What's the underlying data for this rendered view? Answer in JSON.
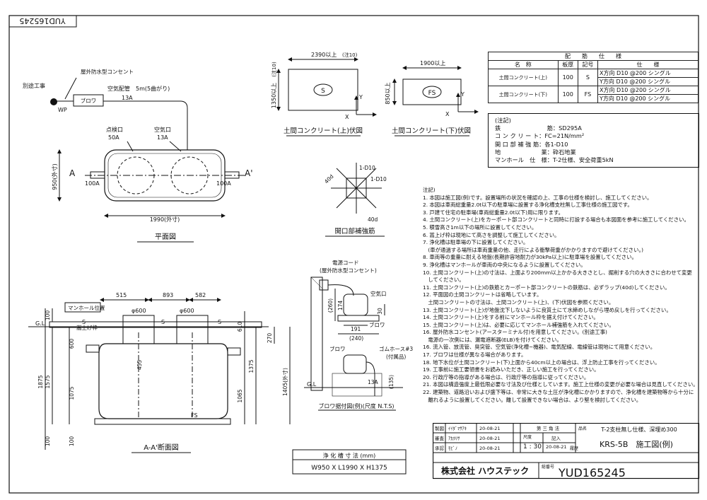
{
  "drawing_code_tab": "YUD165245",
  "plan": {
    "separate_work": "別途工事",
    "outdoor_outlet": "屋外防水型コンセント",
    "wp": "WP",
    "blower": "ブロワ",
    "air_pipe": "空気配管　5m(5曲がり)",
    "pipe_13a": "13A",
    "inspection_port": "点検口",
    "inspection_size": "50A",
    "air_port": "空気口",
    "air_size": "13A",
    "inlet_mark": "A",
    "outlet_mark": "A'",
    "inlet_size": "100A",
    "outlet_size": "100A",
    "width_dim": "950(外寸)",
    "length_dim": "1990(外寸)",
    "caption": "平面図"
  },
  "slab_upper": {
    "length": "2390以上",
    "note_ref": "(注10)",
    "width": "1350以上",
    "width_ref": "(注10)",
    "mark": "S",
    "x": "X",
    "y": "Y",
    "caption": "土間コンクリート(上)伏図"
  },
  "slab_lower": {
    "length": "1900以上",
    "width": "850以上",
    "mark": "FS",
    "x": "X",
    "y": "Y",
    "caption": "土間コンクリート(下)伏図"
  },
  "opening": {
    "label1": "1-D10",
    "label2": "1-D10",
    "dim1": "40d",
    "dim2": "40d",
    "caption": "開口部補強筋"
  },
  "blower_detail": {
    "power_cord": "電源コード",
    "outlet": "(屋外防水型コンセント)",
    "air_port": "空気口",
    "blower": "ブロワ",
    "dim_260": "(260)",
    "dim_174": "174",
    "dim_30": "30",
    "dim_191": "191",
    "dim_240": "(240)",
    "blower2": "ブロワ",
    "hose": "ゴムホース#3",
    "hose_note": "(付属品)",
    "gl": "G.L",
    "pipe": "13A",
    "dim_135": "(135)",
    "caption": "ブロワ据付図(例)(尺度 N.T.S)"
  },
  "section": {
    "manhole_label": "マンホール位置",
    "riser": "嵩上げ枠",
    "gl": "G.L",
    "dim_515": "515",
    "dim_893": "893",
    "dim_582": "582",
    "phi1": "φ600",
    "phi2": "φ600",
    "s1": "S",
    "s2": "S",
    "s3": "S",
    "dim_100a": "100",
    "dim_610": "610",
    "dim_270": "270",
    "dim_600": "600",
    "dim_455": "455",
    "dim_1575": "1575",
    "dim_1875": "1875",
    "dim_1075": "1075",
    "dim_1375": "1375",
    "dim_1405": "1405(外寸)",
    "dim_1065": "1065",
    "dim_100b": "100",
    "dim_100c": "100",
    "fs": "FS",
    "caption": "A-A'断面図"
  },
  "dims_box": {
    "header": "浄 化 槽 寸 法 (mm)",
    "value": "W950 X L1990 X H1375"
  },
  "rebar_table": {
    "title": "配　　筋　　仕　　様",
    "headers": [
      "名　称",
      "板厚",
      "記号",
      "仕　　様"
    ],
    "rows": [
      {
        "name": "土間コンクリート(上)",
        "thick": "100",
        "mark": "S",
        "x": "X方向 D10 @200 シングル",
        "y": "Y方向 D10 @200 シングル"
      },
      {
        "name": "土間コンクリート(下)",
        "thick": "100",
        "mark": "FS",
        "x": "X方向 D10 @200 シングル",
        "y": "Y方向 D10 @200 シングル"
      }
    ]
  },
  "spec_notes": [
    "(注記)",
    "鉄　　　　　　　　筋：SD295A",
    "コ ン ク リ ー ト：FC=21N/mm²",
    "開 口 部 補 強 筋：各1-D10",
    "地　　　　　　　業：砕石地業",
    "マンホール　仕　様：T-2仕様、安全荷重5kN"
  ],
  "notes": [
    "注記)",
    "1. 本図は施工図(例)です。設置場所の状況を確認の上、工事の仕様を検討し、施工してください。",
    "2. 本図は車両総重量2.0t以下の駐車場に設置する浄化槽支柱無し工事仕様の施工図です。",
    "3. 戸建て住宅の駐車場(車両総重量2.0t以下)用に限ります。",
    "4. 土間コンクリート(上)をカーポート部コンクリートと同時に打設する場合も本図面を参考に施工してください。",
    "5. 積雪高さ1m以下の場所に設置してください。",
    "6. 嵩上げ枠は現地にて高さを調整して施工してください。",
    "7. 浄化槽は駐車場の下に設置してください。",
    "　(車が通過する場所は車両重量の他、走行による衝撃荷重がかかりますので避けてください。)",
    "8. 車両等の重量に耐える地盤(長期許容地耐力が30kPa以上)に駐車場を設置してください。",
    "9. 浄化槽はマンホールが車両の中央になるように設置してください。",
    "10. 土間コンクリート(上)の寸法は、上面より200mm以上かかる大きさとし、掘削する穴の大きさに合わせて変更",
    "　してください。",
    "11. 土間コンクリート(上)の鉄筋とカーポート部コンクリートの鉄筋は、必ずラップ(40d)してください。",
    "12. 平面図の土間コンクリートは省略しています。",
    "　土間コンクリートの寸法は、土間コンクリート(上)、(下)伏図を参照ください。",
    "13. 土間コンクリート(上)が地盤沈下しないように良質土にて水締めしながら埋め戻しを行ってください。",
    "14. 土間コンクリート(上)をする前にマンホール枠を据え付けてください。",
    "15. 土間コンクリート(上)は、必要に応じてマンホール補強筋を入れてください。",
    "16. 屋外防水コンセント(アースターミナル付)を用意してください。(別途工事)",
    "　電源の一次側には、漏電遮断器(ELB)を付けてください。",
    "16. 流入管、放流管、臭突管、空気管(浄化槽~機器)、電気配線、電線管は現地にて用意ください。",
    "17. ブロワは仕様が異なる場合があります。",
    "18. 地下水位が土間コンクリート(下)上面から40cm以上の場合は、浮上防止工事を行ってください。",
    "19. 工事前に施工要領書をお読みいただき、正しい施工を行ってください。",
    "20. 行政庁等の指導がある場合は、行政庁等の指導に従ってください。",
    "21. 本図は構造強度上最低限必要な寸法及び仕様としています。施工上仕様の変更が必要な場合は見直してください。",
    "22. 建築物、道路沿いおよび盛下等は、非常に大きな土圧が浄化槽にかかりますので、浄化槽を建築物等から十分に",
    "　離れるように設置してください。離して設置できない場合は、より堅を検討してください。"
  ],
  "title_block": {
    "r1_role": "製図",
    "r1_name": "ｲｲﾀﾞﾏｻｱｷ",
    "r1_date": "20-08-21",
    "r2_role": "審査",
    "r2_name": "ｱｶﾎﾘｻ",
    "r2_date": "20-08-21",
    "r3_role": "承認",
    "r3_name": "ﾓﾋﾞﾉ",
    "r3_date": "20-08-21",
    "projection": "第 三 角 法",
    "scale_label": "尺度",
    "scale": "1 : 30",
    "date_label": "記入",
    "date": "20-08-21",
    "history_label": "履歴",
    "name_label": "品名",
    "spec_line": "T-2支柱無し仕様、深埋め300",
    "product": "KRS-5B　施工図(例)",
    "company": "株式会社 ハウステック",
    "drawing_label": "総番号",
    "drawing_no": "YUD165245"
  }
}
